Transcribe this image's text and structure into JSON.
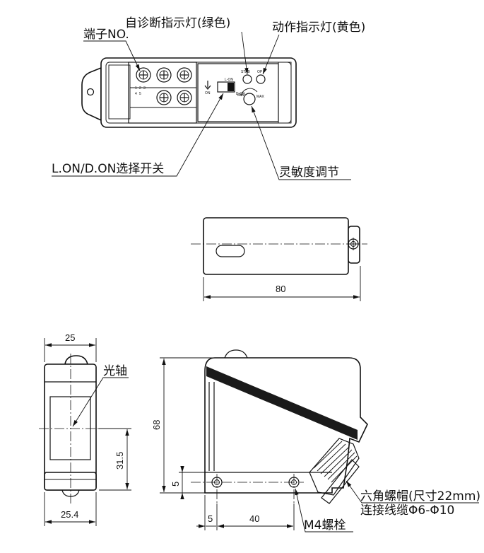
{
  "top_view": {
    "terminal_no_label": "端子NO.",
    "self_diag_label": "自诊断指示灯(绿色)",
    "action_led_label": "动作指示灯(黄色)",
    "switch_label": "L.ON/D.ON选择开关",
    "sensitivity_label": "灵敏度调节",
    "terminal_numbers": [
      "1",
      "2",
      "3",
      "4",
      "5"
    ],
    "stab_text": "STAB",
    "op_text": "OP",
    "lon_text": "L-ON",
    "don_text": "D-ON",
    "on_text": "ON",
    "min_text": "MIN",
    "max_text": "MAX"
  },
  "side_view": {
    "length_dim": "80"
  },
  "front_view": {
    "width_top_dim": "25",
    "width_bottom_dim": "25.4",
    "axis_label": "光轴",
    "axis_height_dim": "31.5"
  },
  "mount_view": {
    "height_dim": "68",
    "foot_dim": "5",
    "edge_dim": "5",
    "hole_spacing_dim": "40",
    "bolt_label": "M4螺栓",
    "nut_label": "六角螺帽(尺寸22mm)",
    "cable_label": "连接线缆Φ6-Φ10"
  }
}
